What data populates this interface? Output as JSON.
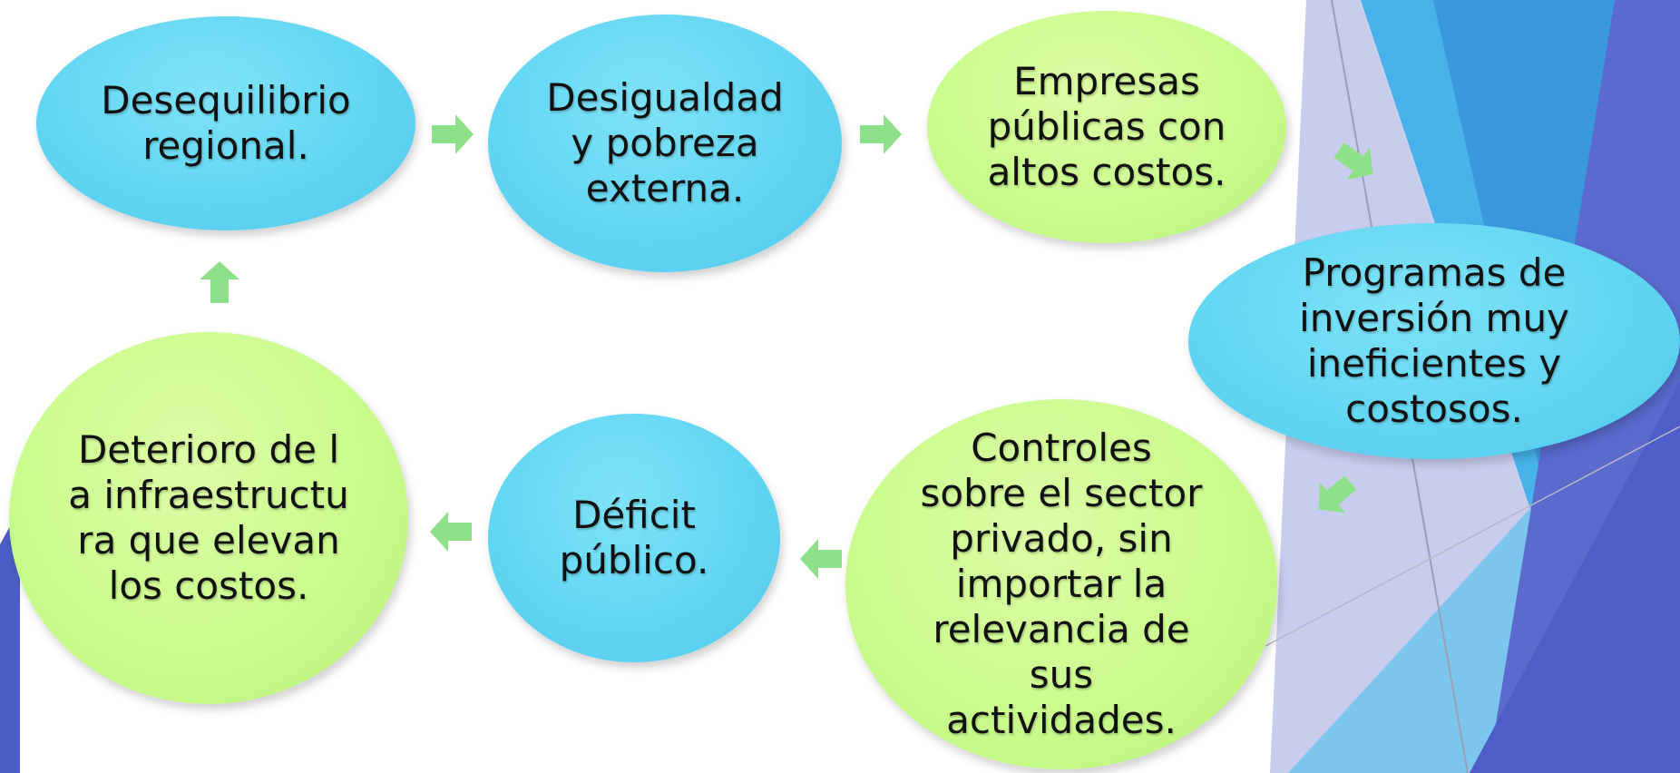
{
  "colors": {
    "blue_node": "#62d6f2",
    "green_node": "#cafb8d",
    "arrow": "#8fe08a",
    "accent_blue": "#3f9fdd",
    "accent_violet": "#5865cc"
  },
  "diagram": {
    "nodes": [
      {
        "id": "desequilibrio",
        "text": "Desequilibrio regional.",
        "color": "blue"
      },
      {
        "id": "desigualdad",
        "text": "Desigualdad y pobreza externa.",
        "color": "blue"
      },
      {
        "id": "empresas",
        "text": "Empresas públicas con altos costos.",
        "color": "green"
      },
      {
        "id": "programas",
        "text": "Programas de inversión muy ineficientes y costosos.",
        "color": "blue"
      },
      {
        "id": "controles",
        "text": "Controles sobre el sector privado, sin importar  la relevancia de sus actividades.",
        "color": "green"
      },
      {
        "id": "deficit",
        "text": "Déficit público.",
        "color": "blue"
      },
      {
        "id": "deterioro",
        "text": "Deterioro de la infraestructura que elevan los costos.",
        "color": "green"
      }
    ],
    "edges": [
      {
        "from": "desequilibrio",
        "to": "desigualdad"
      },
      {
        "from": "desigualdad",
        "to": "empresas"
      },
      {
        "from": "empresas",
        "to": "programas"
      },
      {
        "from": "programas",
        "to": "controles"
      },
      {
        "from": "controles",
        "to": "deficit"
      },
      {
        "from": "deficit",
        "to": "deterioro"
      },
      {
        "from": "deterioro",
        "to": "desequilibrio"
      }
    ]
  }
}
